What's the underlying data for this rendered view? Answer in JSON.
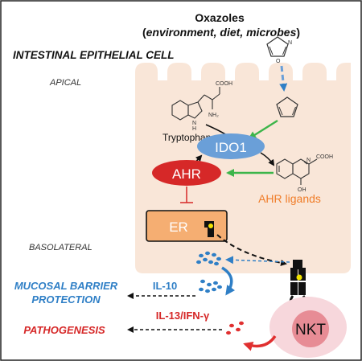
{
  "title": {
    "line1": "Oxazoles",
    "line2_open": "(",
    "line2_italic": "environment, diet, microbes",
    "line2_close": ")"
  },
  "cell_label": "INTESTINAL EPITHELIAL CELL",
  "apical_label": "APICAL",
  "basolateral_label": "BASOLATERAL",
  "tryptophan_label": "Tryptophan",
  "ido1_label": "IDO1",
  "ahr_label": "AHR",
  "er_label": "ER",
  "ahr_ligands_label": "AHR ligands",
  "il10_label": "IL-10",
  "il13_label": "IL-13/IFN-γ",
  "mucosal_line1": "MUCOSAL BARRIER",
  "mucosal_line2": "PROTECTION",
  "pathogenesis_label": "PATHOGENESIS",
  "nkt_label": "NKT",
  "chem": {
    "cooh_trp": "COOH",
    "nh2": "NH₂",
    "nh_indole": "N",
    "h_indole": "H",
    "cooh_kyn": "COOH",
    "oh": "OH",
    "n_ring": "N",
    "ox_o": "O",
    "ox_n": "N"
  },
  "colors": {
    "cell_fill": "#f9e6d8",
    "ido1": "#6a9fd8",
    "ahr": "#d62828",
    "er_fill": "#f5ae72",
    "blue_text": "#2f7fc6",
    "red_text": "#d62828",
    "orange_text": "#f07c28",
    "green_arrow": "#3cb54a",
    "nkt_outer": "#f7d7dc",
    "nkt_inner": "#e78c95"
  }
}
